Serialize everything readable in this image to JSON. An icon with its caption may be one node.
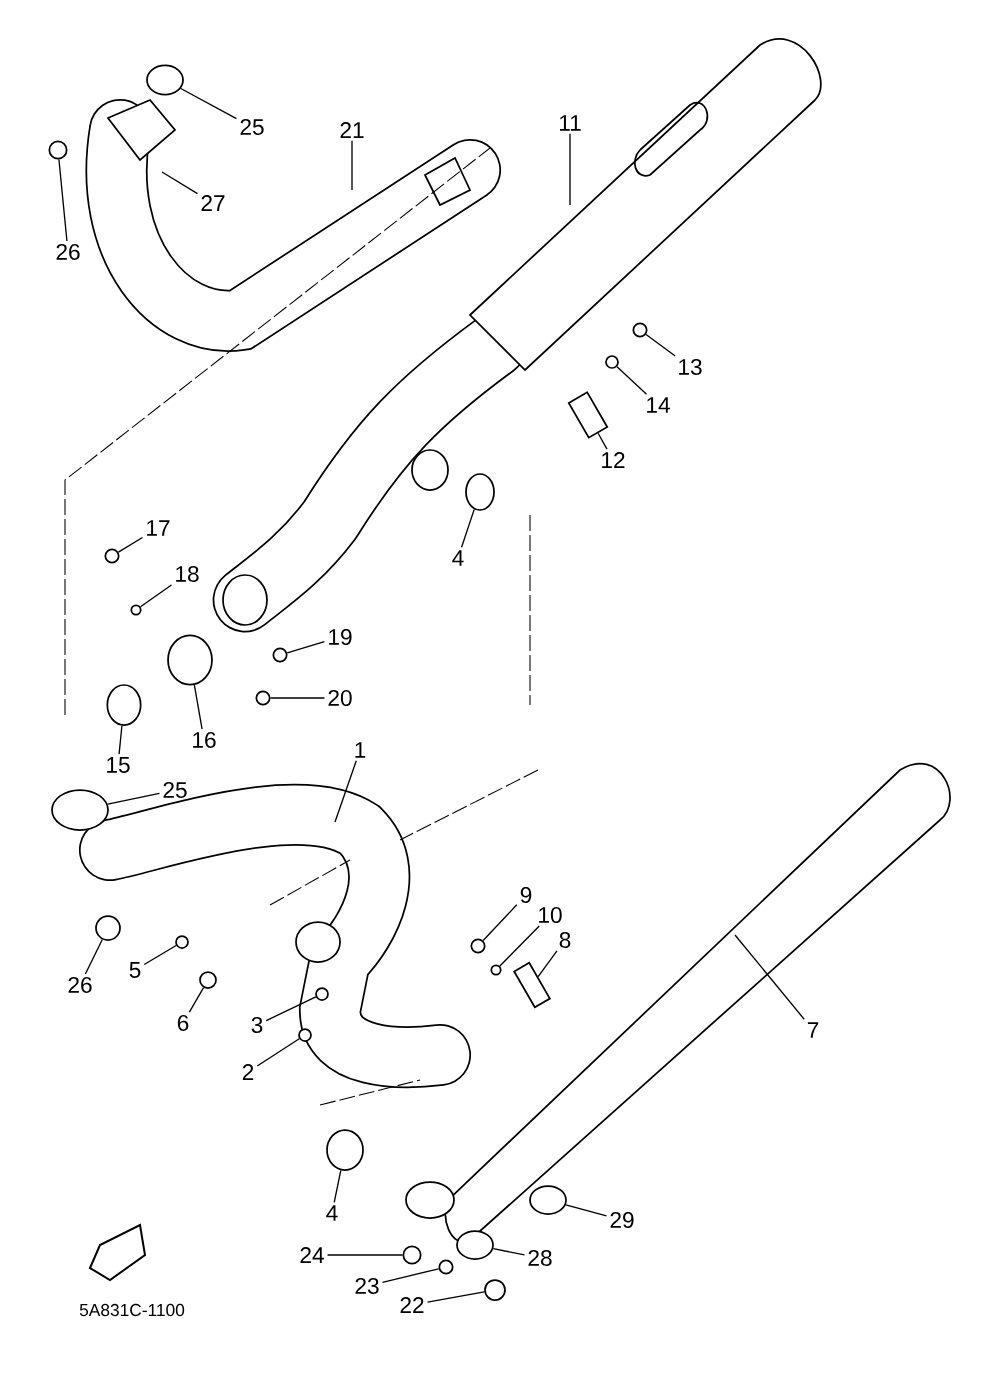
{
  "diagram": {
    "nodes": [
      {
        "text": [
          "25"
        ]
      },
      {
        "text": [
          "21"
        ]
      },
      {
        "text": [
          "11"
        ]
      },
      {
        "text": [
          "27"
        ]
      },
      {
        "text": [
          "26"
        ]
      },
      {
        "text": [
          "13"
        ]
      },
      {
        "text": [
          "14"
        ]
      },
      {
        "text": [
          "12"
        ]
      },
      {
        "text": [
          "4"
        ]
      },
      {
        "text": [
          "17"
        ]
      },
      {
        "text": [
          "18"
        ]
      },
      {
        "text": [
          "19"
        ]
      },
      {
        "text": [
          "20"
        ]
      },
      {
        "text": [
          "16"
        ]
      },
      {
        "text": [
          "15"
        ]
      },
      {
        "text": [
          "25"
        ]
      },
      {
        "text": [
          "1"
        ]
      },
      {
        "text": [
          "26"
        ]
      },
      {
        "text": [
          "5"
        ]
      },
      {
        "text": [
          "6"
        ]
      },
      {
        "text": [
          "3"
        ]
      },
      {
        "text": [
          "2"
        ]
      },
      {
        "text": [
          "9"
        ]
      },
      {
        "text": [
          "10"
        ]
      },
      {
        "text": [
          "8"
        ]
      },
      {
        "text": [
          "7"
        ]
      },
      {
        "text": [
          "4"
        ]
      },
      {
        "text": [
          "29"
        ]
      },
      {
        "text": [
          "28"
        ]
      },
      {
        "text": [
          "24"
        ]
      },
      {
        "text": [
          "23"
        ]
      },
      {
        "text": [
          "22"
        ]
      },
      {
        "text": [],
        "shape": "circle"
      },
      {
        "text": [],
        "shape": "circle"
      },
      {
        "text": [],
        "shape": "circle"
      },
      {
        "text": [],
        "shape": "circle"
      },
      {
        "text": [],
        "shape": "picture"
      },
      {
        "text": [],
        "shape": "circle"
      },
      {
        "text": [],
        "shape": "circle"
      },
      {
        "text": [],
        "shape": "circle"
      },
      {
        "text": [],
        "shape": "circle"
      },
      {
        "text": [],
        "shape": "circle"
      },
      {
        "text": [],
        "shape": "circle"
      },
      {
        "text": [],
        "shape": "circle"
      },
      {
        "text": [],
        "shape": "circle"
      },
      {
        "text": [],
        "shape": "circle"
      },
      {
        "text": [],
        "shape": "circle"
      },
      {
        "text": [],
        "shape": "circle"
      },
      {
        "text": [],
        "shape": "circle"
      },
      {
        "text": [],
        "shape": "circle"
      },
      {
        "text": [],
        "shape": "circle"
      },
      {
        "text": [],
        "shape": "circle"
      },
      {
        "text": [],
        "shape": "picture"
      },
      {
        "text": [],
        "shape": "circle"
      },
      {
        "text": [],
        "shape": "circle"
      },
      {
        "text": [],
        "shape": "circle"
      },
      {
        "text": [],
        "shape": "circle"
      },
      {
        "text": [],
        "shape": "circle"
      },
      {
        "text": [],
        "shape": "circle"
      }
    ],
    "edges": [
      {
        "from": 0,
        "to": 32,
        "arrow": "none"
      },
      {
        "from": 1,
        "to": null,
        "arrow": "none"
      },
      {
        "from": 2,
        "to": null,
        "arrow": "none"
      },
      {
        "from": 3,
        "to": null,
        "arrow": "none"
      },
      {
        "from": 4,
        "to": 33,
        "arrow": "none"
      },
      {
        "from": 5,
        "to": 34,
        "arrow": "none"
      },
      {
        "from": 6,
        "to": 35,
        "arrow": "none"
      },
      {
        "from": 7,
        "to": 36,
        "arrow": "none"
      },
      {
        "from": 8,
        "to": 37,
        "arrow": "none"
      },
      {
        "from": 9,
        "to": 38,
        "arrow": "none"
      },
      {
        "from": 10,
        "to": 39,
        "arrow": "none"
      },
      {
        "from": 11,
        "to": 40,
        "arrow": "none"
      },
      {
        "from": 12,
        "to": 41,
        "arrow": "none"
      },
      {
        "from": 13,
        "to": 42,
        "arrow": "none"
      },
      {
        "from": 14,
        "to": 43,
        "arrow": "none"
      },
      {
        "from": 15,
        "to": 44,
        "arrow": "none"
      },
      {
        "from": 16,
        "to": null,
        "arrow": "none"
      },
      {
        "from": 17,
        "to": 45,
        "arrow": "none"
      },
      {
        "from": 18,
        "to": 46,
        "arrow": "none"
      },
      {
        "from": 19,
        "to": 47,
        "arrow": "none"
      },
      {
        "from": 20,
        "to": 48,
        "arrow": "none"
      },
      {
        "from": 21,
        "to": 49,
        "arrow": "none"
      },
      {
        "from": 22,
        "to": 50,
        "arrow": "none"
      },
      {
        "from": 23,
        "to": 51,
        "arrow": "none"
      },
      {
        "from": 24,
        "to": 52,
        "arrow": "none"
      },
      {
        "from": 25,
        "to": null,
        "arrow": "none"
      },
      {
        "from": 26,
        "to": 53,
        "arrow": "none"
      },
      {
        "from": 27,
        "to": 54,
        "arrow": "none"
      },
      {
        "from": 28,
        "to": 55,
        "arrow": "none"
      },
      {
        "from": 29,
        "to": 56,
        "arrow": "none"
      },
      {
        "from": 30,
        "to": 57,
        "arrow": "none"
      },
      {
        "from": 31,
        "to": 58,
        "arrow": "none"
      }
    ],
    "labels": [
      "5A831C-1100"
    ]
  }
}
